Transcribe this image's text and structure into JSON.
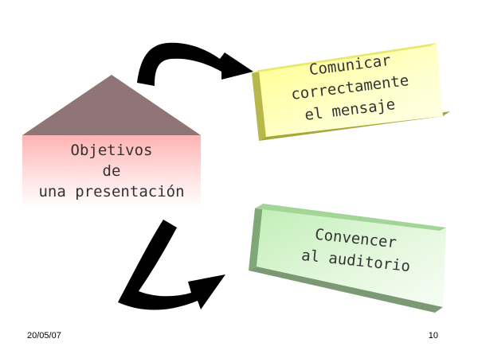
{
  "diagram": {
    "center": {
      "lines": [
        "Objetivos",
        "de",
        "una presentación"
      ]
    },
    "top_box": {
      "lines": [
        "Comunicar",
        "correctamente",
        "el mensaje"
      ],
      "color": "#ffff99"
    },
    "bottom_box": {
      "lines": [
        "Convencer",
        "al auditorio"
      ],
      "color": "#ccf0c4"
    },
    "roof_color": "#8f7575",
    "band_color": "#ffb8b8"
  },
  "footer": {
    "date": "20/05/07",
    "page_number": "10"
  }
}
